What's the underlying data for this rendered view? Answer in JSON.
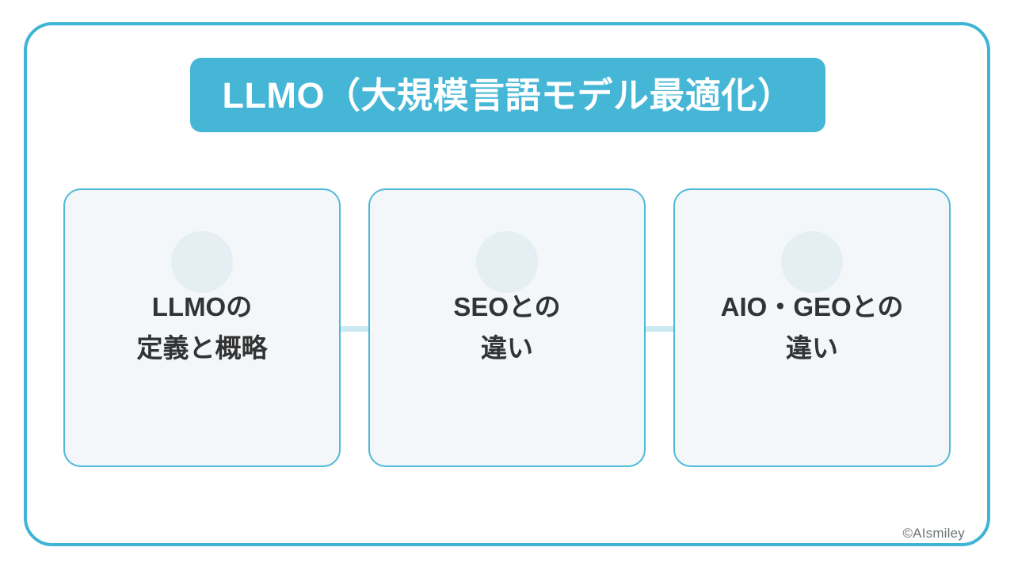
{
  "slide": {
    "title": "LLMO（大規模言語モデル最適化）",
    "watermark": "©AIsmiley",
    "colors": {
      "accent": "#45b6d6",
      "frame_border": "#3fb4d4",
      "card_border": "#4fb9d8",
      "card_fill": "#f3f7fa",
      "card_circle": "#e4eef3",
      "connector": "#cbe9f1",
      "title_text": "#ffffff",
      "card_text": "#333333",
      "watermark_text": "#6f7477",
      "background": "#ffffff"
    }
  },
  "cards": [
    {
      "label": "LLMOの\n定義と概略",
      "line1": "LLMOの",
      "line2": "定義と概略",
      "icon": "circle-placeholder-icon"
    },
    {
      "label": "SEOとの\n違い",
      "line1": "SEOとの",
      "line2": "違い",
      "icon": "circle-placeholder-icon"
    },
    {
      "label": "AIO・GEOとの\n違い",
      "line1": "AIO・GEOとの",
      "line2": "違い",
      "icon": "circle-placeholder-icon"
    }
  ],
  "connectors": [
    {
      "from": 0,
      "to": 1
    },
    {
      "from": 1,
      "to": 2
    }
  ]
}
